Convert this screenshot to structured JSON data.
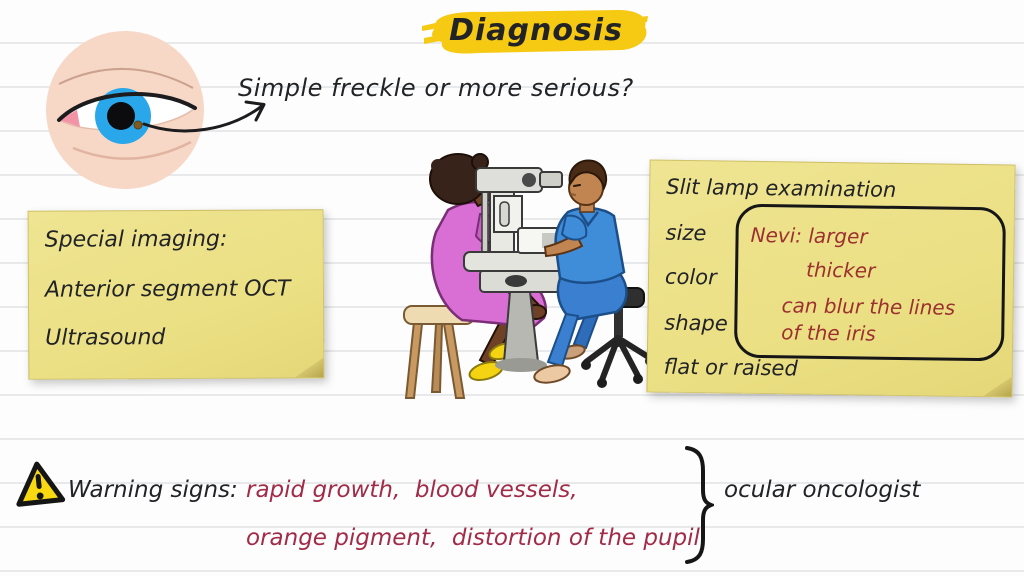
{
  "title": "Diagnosis",
  "question": "Simple freckle or more serious?",
  "imaging_note": {
    "title": "Special imaging:",
    "items": [
      "Anterior segment OCT",
      "Ultrasound"
    ]
  },
  "exam_note": {
    "title": "Slit lamp examination",
    "criteria": [
      "size",
      "color",
      "shape",
      "flat or raised"
    ],
    "nevi": {
      "line1": "Nevi: larger",
      "line2": "thicker",
      "line3": "can blur the lines",
      "line4": "of the iris"
    }
  },
  "warning": {
    "label": "Warning signs:",
    "line1": "rapid growth,  blood vessels,",
    "line2": "orange pigment,  distortion of the pupil",
    "referral": "ocular oncologist"
  },
  "icons": {
    "warning_icon": "yellow triangle with exclamation mark",
    "eye_illustration": "eye with blue iris and brown freckle",
    "scene_illustration": "doctor examining patient with slit lamp",
    "arrow_icon": "curved arrow pointing from freckle to question",
    "brace_icon": "right curly brace grouping warning signs"
  },
  "colors": {
    "highlight_yellow": "#f6c913",
    "sticky_note_yellow": "#ece189",
    "nevi_text_red": "#9c3030",
    "warning_text_red": "#a22b48",
    "ink_black": "#222326",
    "ruled_line_gray": "#e7e9eb",
    "iris_blue": "#2aa7ea"
  }
}
